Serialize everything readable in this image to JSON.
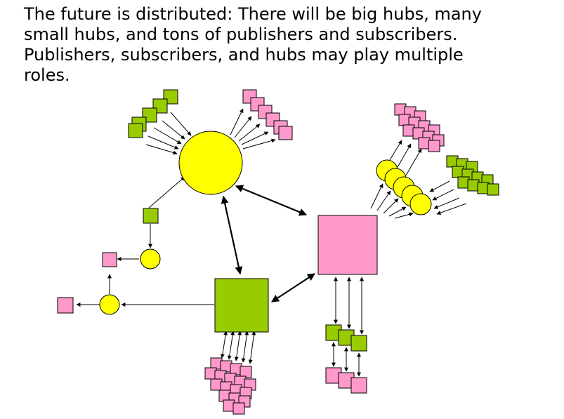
{
  "caption": {
    "lines": [
      "The future is distributed: There will be big hubs, many",
      "small hubs, and tons of publishers and subscribers.",
      "Publishers, subscribers, and hubs may play multiple",
      "roles."
    ]
  },
  "colors": {
    "hub_fill": "#ffff00",
    "publisher_fill": "#99cc00",
    "subscriber_fill": "#ff99cc",
    "stroke": "#000000",
    "arrow": "#000000"
  },
  "legend_semantics": {
    "yellow_circle": "hub",
    "green_square": "publisher",
    "pink_square": "subscriber"
  }
}
